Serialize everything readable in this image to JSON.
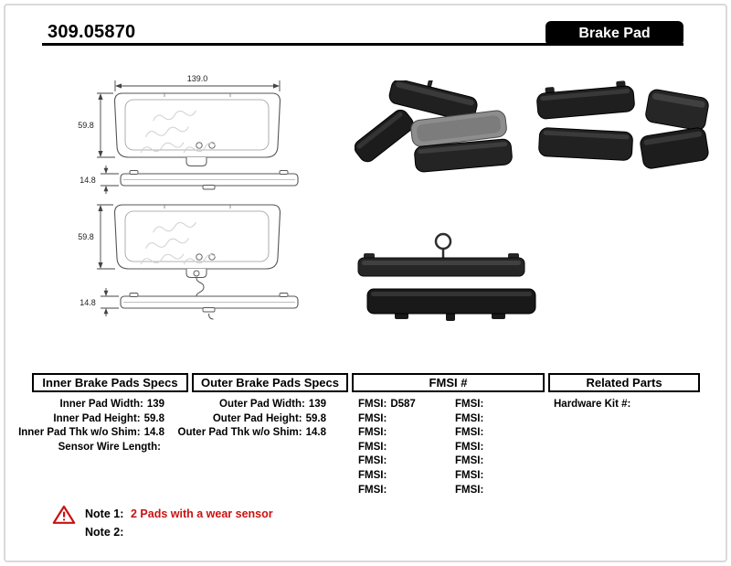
{
  "header": {
    "part_number": "309.05870",
    "product_type": "Brake Pad"
  },
  "drawing": {
    "width_dim": "139.0",
    "height_dim_top": "59.8",
    "thickness_dim_top": "14.8",
    "height_dim_bottom": "59.8",
    "thickness_dim_bottom": "14.8"
  },
  "specs": {
    "inner": {
      "title": "Inner Brake Pads Specs",
      "rows": [
        {
          "label": "Inner Pad Width:",
          "value": "139"
        },
        {
          "label": "Inner Pad Height:",
          "value": "59.8"
        },
        {
          "label": "Inner Pad Thk w/o Shim:",
          "value": "14.8"
        },
        {
          "label": "Sensor Wire Length:",
          "value": ""
        }
      ]
    },
    "outer": {
      "title": "Outer Brake Pads Specs",
      "rows": [
        {
          "label": "Outer Pad Width:",
          "value": "139"
        },
        {
          "label": "Outer Pad Height:",
          "value": "59.8"
        },
        {
          "label": "Outer Pad Thk w/o Shim:",
          "value": "14.8"
        }
      ]
    },
    "fmsi": {
      "title": "FMSI #",
      "rows": [
        {
          "left_label": "FMSI:",
          "left_value": "D587",
          "right_label": "FMSI:",
          "right_value": ""
        },
        {
          "left_label": "FMSI:",
          "left_value": "",
          "right_label": "FMSI:",
          "right_value": ""
        },
        {
          "left_label": "FMSI:",
          "left_value": "",
          "right_label": "FMSI:",
          "right_value": ""
        },
        {
          "left_label": "FMSI:",
          "left_value": "",
          "right_label": "FMSI:",
          "right_value": ""
        },
        {
          "left_label": "FMSI:",
          "left_value": "",
          "right_label": "FMSI:",
          "right_value": ""
        },
        {
          "left_label": "FMSI:",
          "left_value": "",
          "right_label": "FMSI:",
          "right_value": ""
        },
        {
          "left_label": "FMSI:",
          "left_value": "",
          "right_label": "FMSI:",
          "right_value": ""
        }
      ]
    },
    "related": {
      "title": "Related Parts",
      "rows": [
        {
          "label": "Hardware Kit #:",
          "value": ""
        }
      ]
    }
  },
  "notes": {
    "warning_icon": "warning-triangle",
    "note1_label": "Note 1:",
    "note1_text": "2 Pads with a wear sensor",
    "note2_label": "Note 2:",
    "note2_text": ""
  },
  "colors": {
    "header_bar": "#000000",
    "note_red": "#cc1111"
  }
}
